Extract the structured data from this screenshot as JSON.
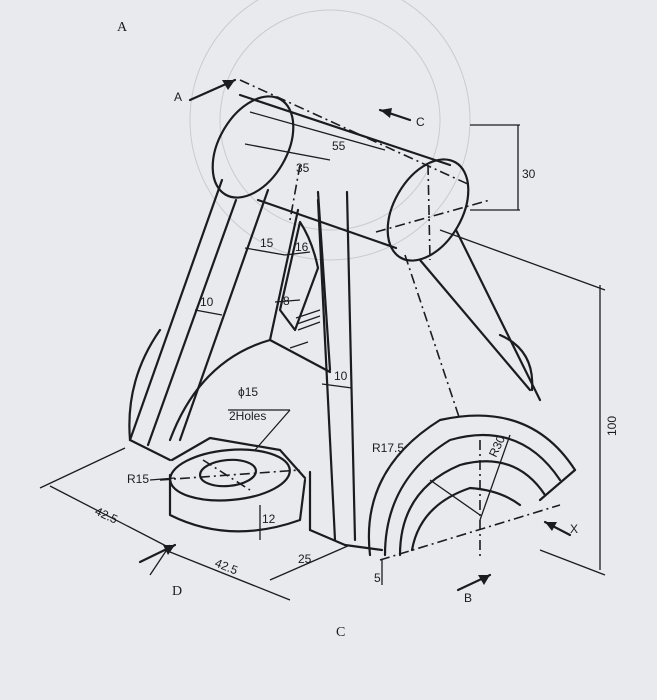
{
  "view_letters": {
    "top": "A",
    "bottom": "C"
  },
  "arrow_labels": {
    "a": "A",
    "b": "B",
    "c": "C",
    "d": "D",
    "x": "X"
  },
  "dimensions": {
    "d55": "55",
    "d35": "35",
    "d30": "30",
    "d15": "15",
    "d16": "16",
    "d10a": "10",
    "d8": "8",
    "d10b": "10",
    "d100": "100",
    "hole_dia": "ϕ15",
    "hole_note": "2Holes",
    "r175": "R17.5",
    "r30": "R30",
    "r15": "R15",
    "d42_5a": "42.5",
    "d42_5b": "42.5",
    "d12": "12",
    "d25": "25",
    "d5": "5"
  }
}
